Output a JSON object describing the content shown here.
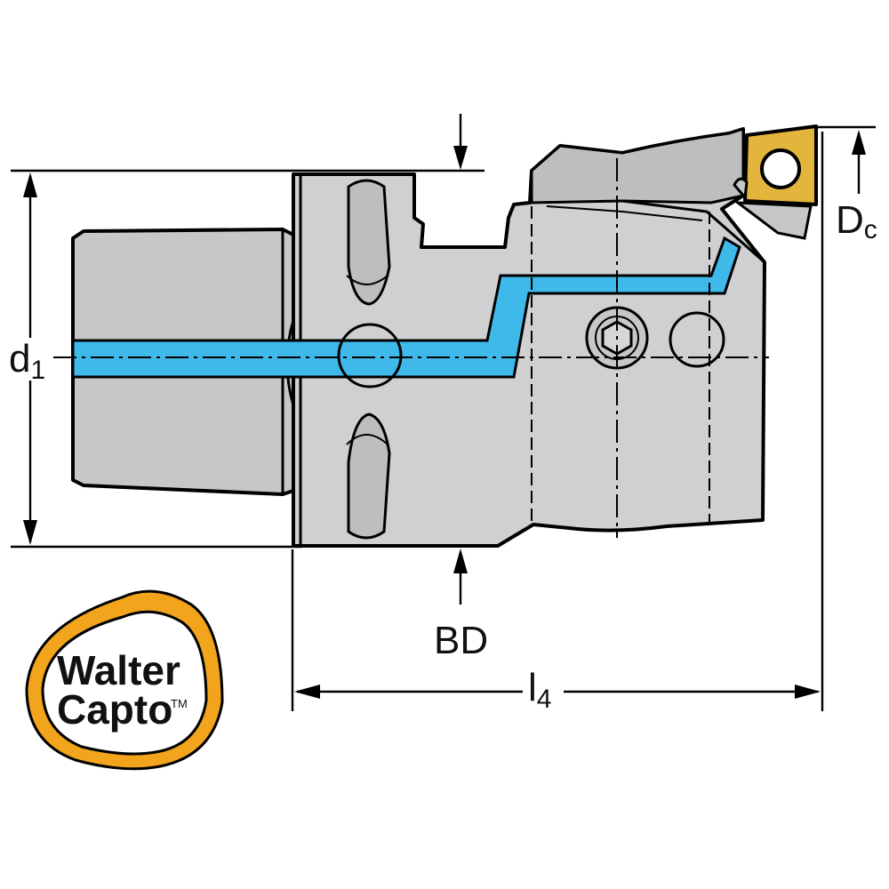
{
  "labels": {
    "d1": {
      "base": "d",
      "sub": "1"
    },
    "dc": {
      "base": "D",
      "sub": "c"
    },
    "bd": "BD",
    "l4": {
      "base": "l",
      "sub": "4"
    }
  },
  "logo": {
    "line1": "Walter",
    "line2": "Capto",
    "tm": "TM"
  },
  "colors": {
    "body": "#cfd0d2",
    "coolant": "#3fb8ea",
    "logo_ring": "#f2a51c",
    "insert": "#e3b53c"
  }
}
